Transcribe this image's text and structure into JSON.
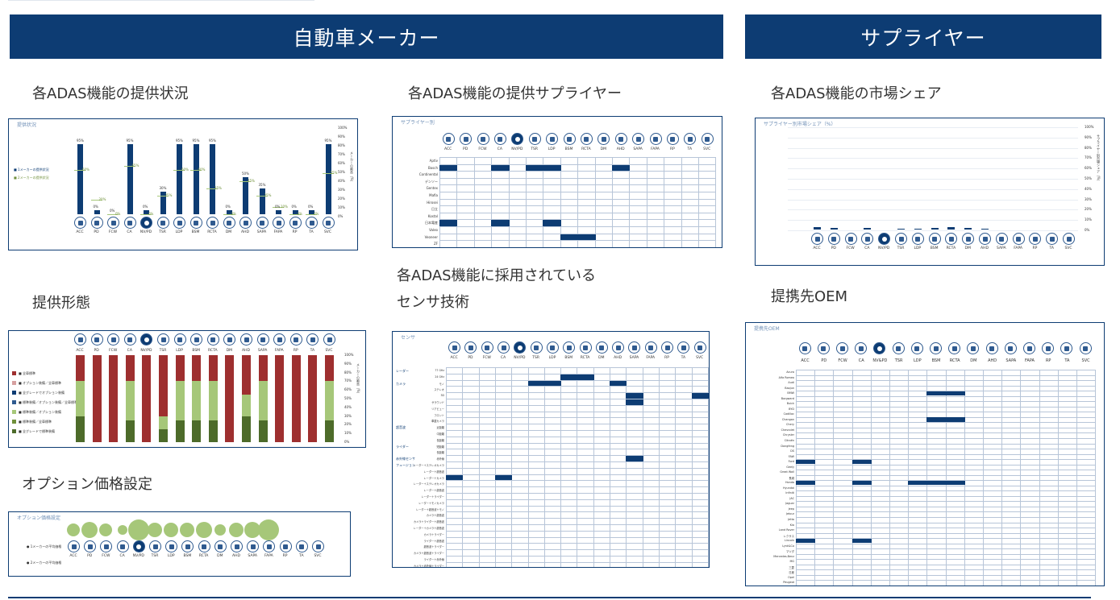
{
  "banners": {
    "oem": "自動車メーカー",
    "supplier": "サプライヤー"
  },
  "headings": {
    "provision_status": "各ADAS機能の提供状況",
    "provision_suppliers": "各ADAS機能の提供サプライヤー",
    "market_share": "各ADAS機能の市場シェア",
    "provision_form": "提供形態",
    "sensor_tech_line1": "各ADAS機能に採用されている",
    "sensor_tech_line2": "センサ技術",
    "option_pricing": "オプション価格設定",
    "partner_oem": "提携先OEM"
  },
  "panel_labels": {
    "provision_status": "提供状況",
    "suppliers": "サプライヤー別",
    "market_share": "サプライヤー別市場シェア（%）",
    "sensor": "センサ",
    "option": "オプション価格設定",
    "partner": "提携先OEM"
  },
  "features": [
    "ACC",
    "PD",
    "FCW",
    "CA",
    "NV/PD",
    "TSR",
    "LDP",
    "BSM",
    "RCTA",
    "DM",
    "AHD",
    "SAPA",
    "FAPA",
    "RP",
    "TA",
    "SVC"
  ],
  "features_partner": [
    "ACC",
    "PD",
    "FCW",
    "CA",
    "NV&PD",
    "TSR",
    "LDP",
    "BSM",
    "RCTA",
    "DM",
    "AHD",
    "SAPA",
    "FAPA",
    "RP",
    "TA",
    "SVC"
  ],
  "features_option": [
    "ACC",
    "PD",
    "FCW",
    "CA",
    "NV/PD",
    "TSR",
    "LDP",
    "BSM",
    "RCTA",
    "DM",
    "AHD",
    "SAPA",
    "FAPA",
    "RP",
    "TA",
    "SVC"
  ],
  "pct_ticks": [
    "100%",
    "90%",
    "80%",
    "70%",
    "60%",
    "50%",
    "40%",
    "30%",
    "20%",
    "10%",
    "0%"
  ],
  "status_chart": {
    "legend": [
      "■ 1メーカーの提供状況",
      "■ 2メーカーの提供状況"
    ],
    "bars": [
      95,
      5,
      0,
      95,
      5,
      30,
      95,
      95,
      95,
      5,
      50,
      35,
      5,
      5,
      5,
      95
    ],
    "lines": [
      60,
      20,
      0,
      65,
      0,
      25,
      60,
      60,
      35,
      0,
      45,
      25,
      10,
      0,
      0,
      55
    ],
    "bar_labels": [
      "95%",
      "0%",
      "0%",
      "95%",
      "0%",
      "30%",
      "95%",
      "95%",
      "95%",
      "0%",
      "50%",
      "35%",
      "0%",
      "0%",
      "0%",
      "95%"
    ],
    "line_labels": [
      "60%",
      "20%",
      "0%",
      "65%",
      "0%",
      "25%",
      "60%",
      "60%",
      "35%",
      "0%",
      "45%",
      "25%",
      "10%",
      "0%",
      "0%",
      "55%"
    ],
    "axis_label": "メーカーの割合（%）"
  },
  "suppliers_grid": {
    "rows": [
      "Aptiv",
      "Bosch",
      "Continental",
      "デンソー",
      "Gentex",
      "Mafia",
      "Hirosei",
      "日立",
      "Kostal",
      "日本電産",
      "Valeo",
      "Veoneer",
      "ZF"
    ],
    "cells": [
      [
        1,
        0
      ],
      [
        1,
        3
      ],
      [
        1,
        5
      ],
      [
        1,
        6
      ],
      [
        1,
        10
      ],
      [
        9,
        0
      ],
      [
        9,
        3
      ],
      [
        9,
        6
      ],
      [
        11,
        7
      ],
      [
        11,
        8
      ]
    ]
  },
  "share_chart": {
    "bars": [
      3,
      2,
      0,
      2,
      0,
      1,
      1,
      2,
      3,
      2,
      1,
      0,
      0,
      0,
      0,
      0
    ],
    "axis_label": "サプライヤー別市場シェア（%）"
  },
  "form_chart": {
    "legend": [
      "■ 全車標準",
      "■ オプション装備／全車標準",
      "■ 全グレードでオプション装備",
      "■ 標準装備／オプション装備／全車標準",
      "■ 標準装備／オプション装備",
      "■ 標準装備／全車標準",
      "■ 全グレードで標準装備"
    ],
    "colors": {
      "red": "#9e2f2f",
      "lightgreen": "#a6c779",
      "darkgreen": "#4d6b2a"
    },
    "segments": [
      [
        30,
        40,
        30
      ],
      [
        100,
        0,
        0
      ],
      [
        100,
        0,
        0
      ],
      [
        30,
        45,
        25
      ],
      [
        100,
        0,
        0
      ],
      [
        70,
        15,
        15
      ],
      [
        30,
        45,
        25
      ],
      [
        30,
        45,
        25
      ],
      [
        30,
        45,
        25
      ],
      [
        100,
        0,
        0
      ],
      [
        45,
        25,
        30
      ],
      [
        30,
        45,
        25
      ],
      [
        100,
        0,
        0
      ],
      [
        100,
        0,
        0
      ],
      [
        100,
        0,
        0
      ],
      [
        30,
        45,
        25
      ]
    ],
    "axis_label": "メーカーの割合（%）"
  },
  "option_chart": {
    "sizes": [
      8,
      10,
      8,
      6,
      13,
      9,
      9,
      9,
      10,
      7,
      9,
      10,
      13,
      0,
      0,
      0
    ],
    "legend1": "● 1メーカーの平均価格",
    "legend2": "● 2メーカーの平均価格"
  },
  "sensor_grid": {
    "groups": [
      "レーダー",
      "カメラ",
      "超音波",
      "ライダー",
      "赤外線センサ",
      "フュージョン"
    ],
    "rows": [
      "77 GHz",
      "24 GHz",
      "モノ",
      "ステレオ",
      "3D",
      "サラウンド",
      "リアビュー",
      "フロント",
      "車載カメラ",
      "近距離",
      "中距離",
      "長距離",
      "短距離",
      "長距離",
      "赤外線",
      "レーダー＋ステレオカメラ",
      "レーダー＋超音波",
      "レーダー＋カメラ",
      "レーダー＋ステレオカメラ",
      "レーダー＋超音波",
      "レーダー＋ライダー",
      "レーダー＋モノカメラ",
      "レーダー＋超音波＋モノ",
      "カメラ＋超音波",
      "カメラ＋ライダー＋超音波",
      "レーダー＋カメラ＋超音波",
      "カメラ＋ライダー",
      "ライダー＋超音波",
      "超音波＋ライダー",
      "カメラ＋超音波＋ライダー",
      "ライダー＋赤外線",
      "カメラ＋赤外線＋ライダー"
    ],
    "cells": [
      [
        2,
        5
      ],
      [
        2,
        6
      ],
      [
        1,
        7
      ],
      [
        1,
        8
      ],
      [
        2,
        10
      ],
      [
        4,
        11
      ],
      [
        5,
        11
      ],
      [
        4,
        15
      ],
      [
        14,
        11
      ],
      [
        17,
        0
      ],
      [
        17,
        3
      ]
    ]
  },
  "partner_grid": {
    "rows": [
      "Acura",
      "Alfa Romeo",
      "Audi",
      "Baojun",
      "BMW",
      "Borgward",
      "Buick",
      "BYD",
      "Cadillac",
      "Changan",
      "Chery",
      "Chevrolet",
      "Chrysler",
      "Citroën",
      "Dongfeng",
      "DS",
      "FAW",
      "Ford",
      "Geely",
      "Great Wall",
      "長城",
      "Honda",
      "Hyundai",
      "Infiniti",
      "JAC",
      "Jaguar",
      "Jeep",
      "Jetour",
      "Jetta",
      "Kia",
      "Land Rover",
      "レクサス",
      "Lincoln",
      "Lynk&Co",
      "マツダ",
      "Mercedes-Benz",
      "MG",
      "三菱",
      "日産",
      "Opel",
      "Peugeot"
    ],
    "cells": [
      [
        4,
        7
      ],
      [
        4,
        8
      ],
      [
        9,
        7
      ],
      [
        9,
        8
      ],
      [
        17,
        0
      ],
      [
        17,
        3
      ],
      [
        21,
        0
      ],
      [
        21,
        3
      ],
      [
        21,
        6
      ],
      [
        21,
        7
      ],
      [
        21,
        8
      ],
      [
        32,
        0
      ],
      [
        32,
        3
      ]
    ]
  }
}
